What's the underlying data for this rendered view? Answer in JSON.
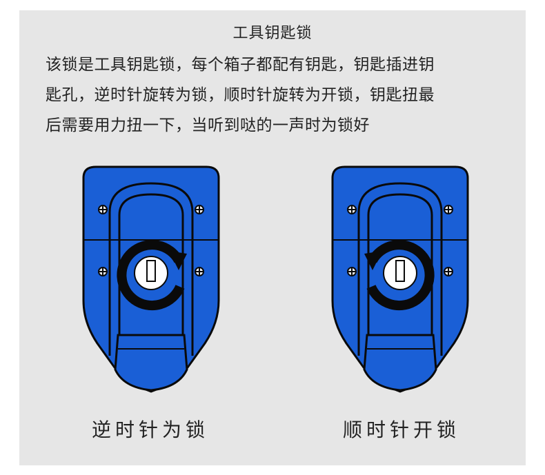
{
  "title": "工具钥匙锁",
  "description": [
    "该锁是工具钥匙锁，每个箱子都配有钥匙，钥匙插进钥",
    "匙孔，逆时针旋转为锁，顺时针旋转为开锁，钥匙扭最",
    "后需要用力扭一下，当听到哒的一声时为锁好"
  ],
  "locks": [
    {
      "caption": "逆时针为锁",
      "rotation": "counterclockwise",
      "icon": "counterclockwise-arrow-icon"
    },
    {
      "caption": "顺时针开锁",
      "rotation": "clockwise",
      "icon": "clockwise-arrow-icon"
    }
  ],
  "colors": {
    "lock_body": "#1a5fd6",
    "lock_outline": "#0a0a0a",
    "background": "#e6e6e6"
  }
}
